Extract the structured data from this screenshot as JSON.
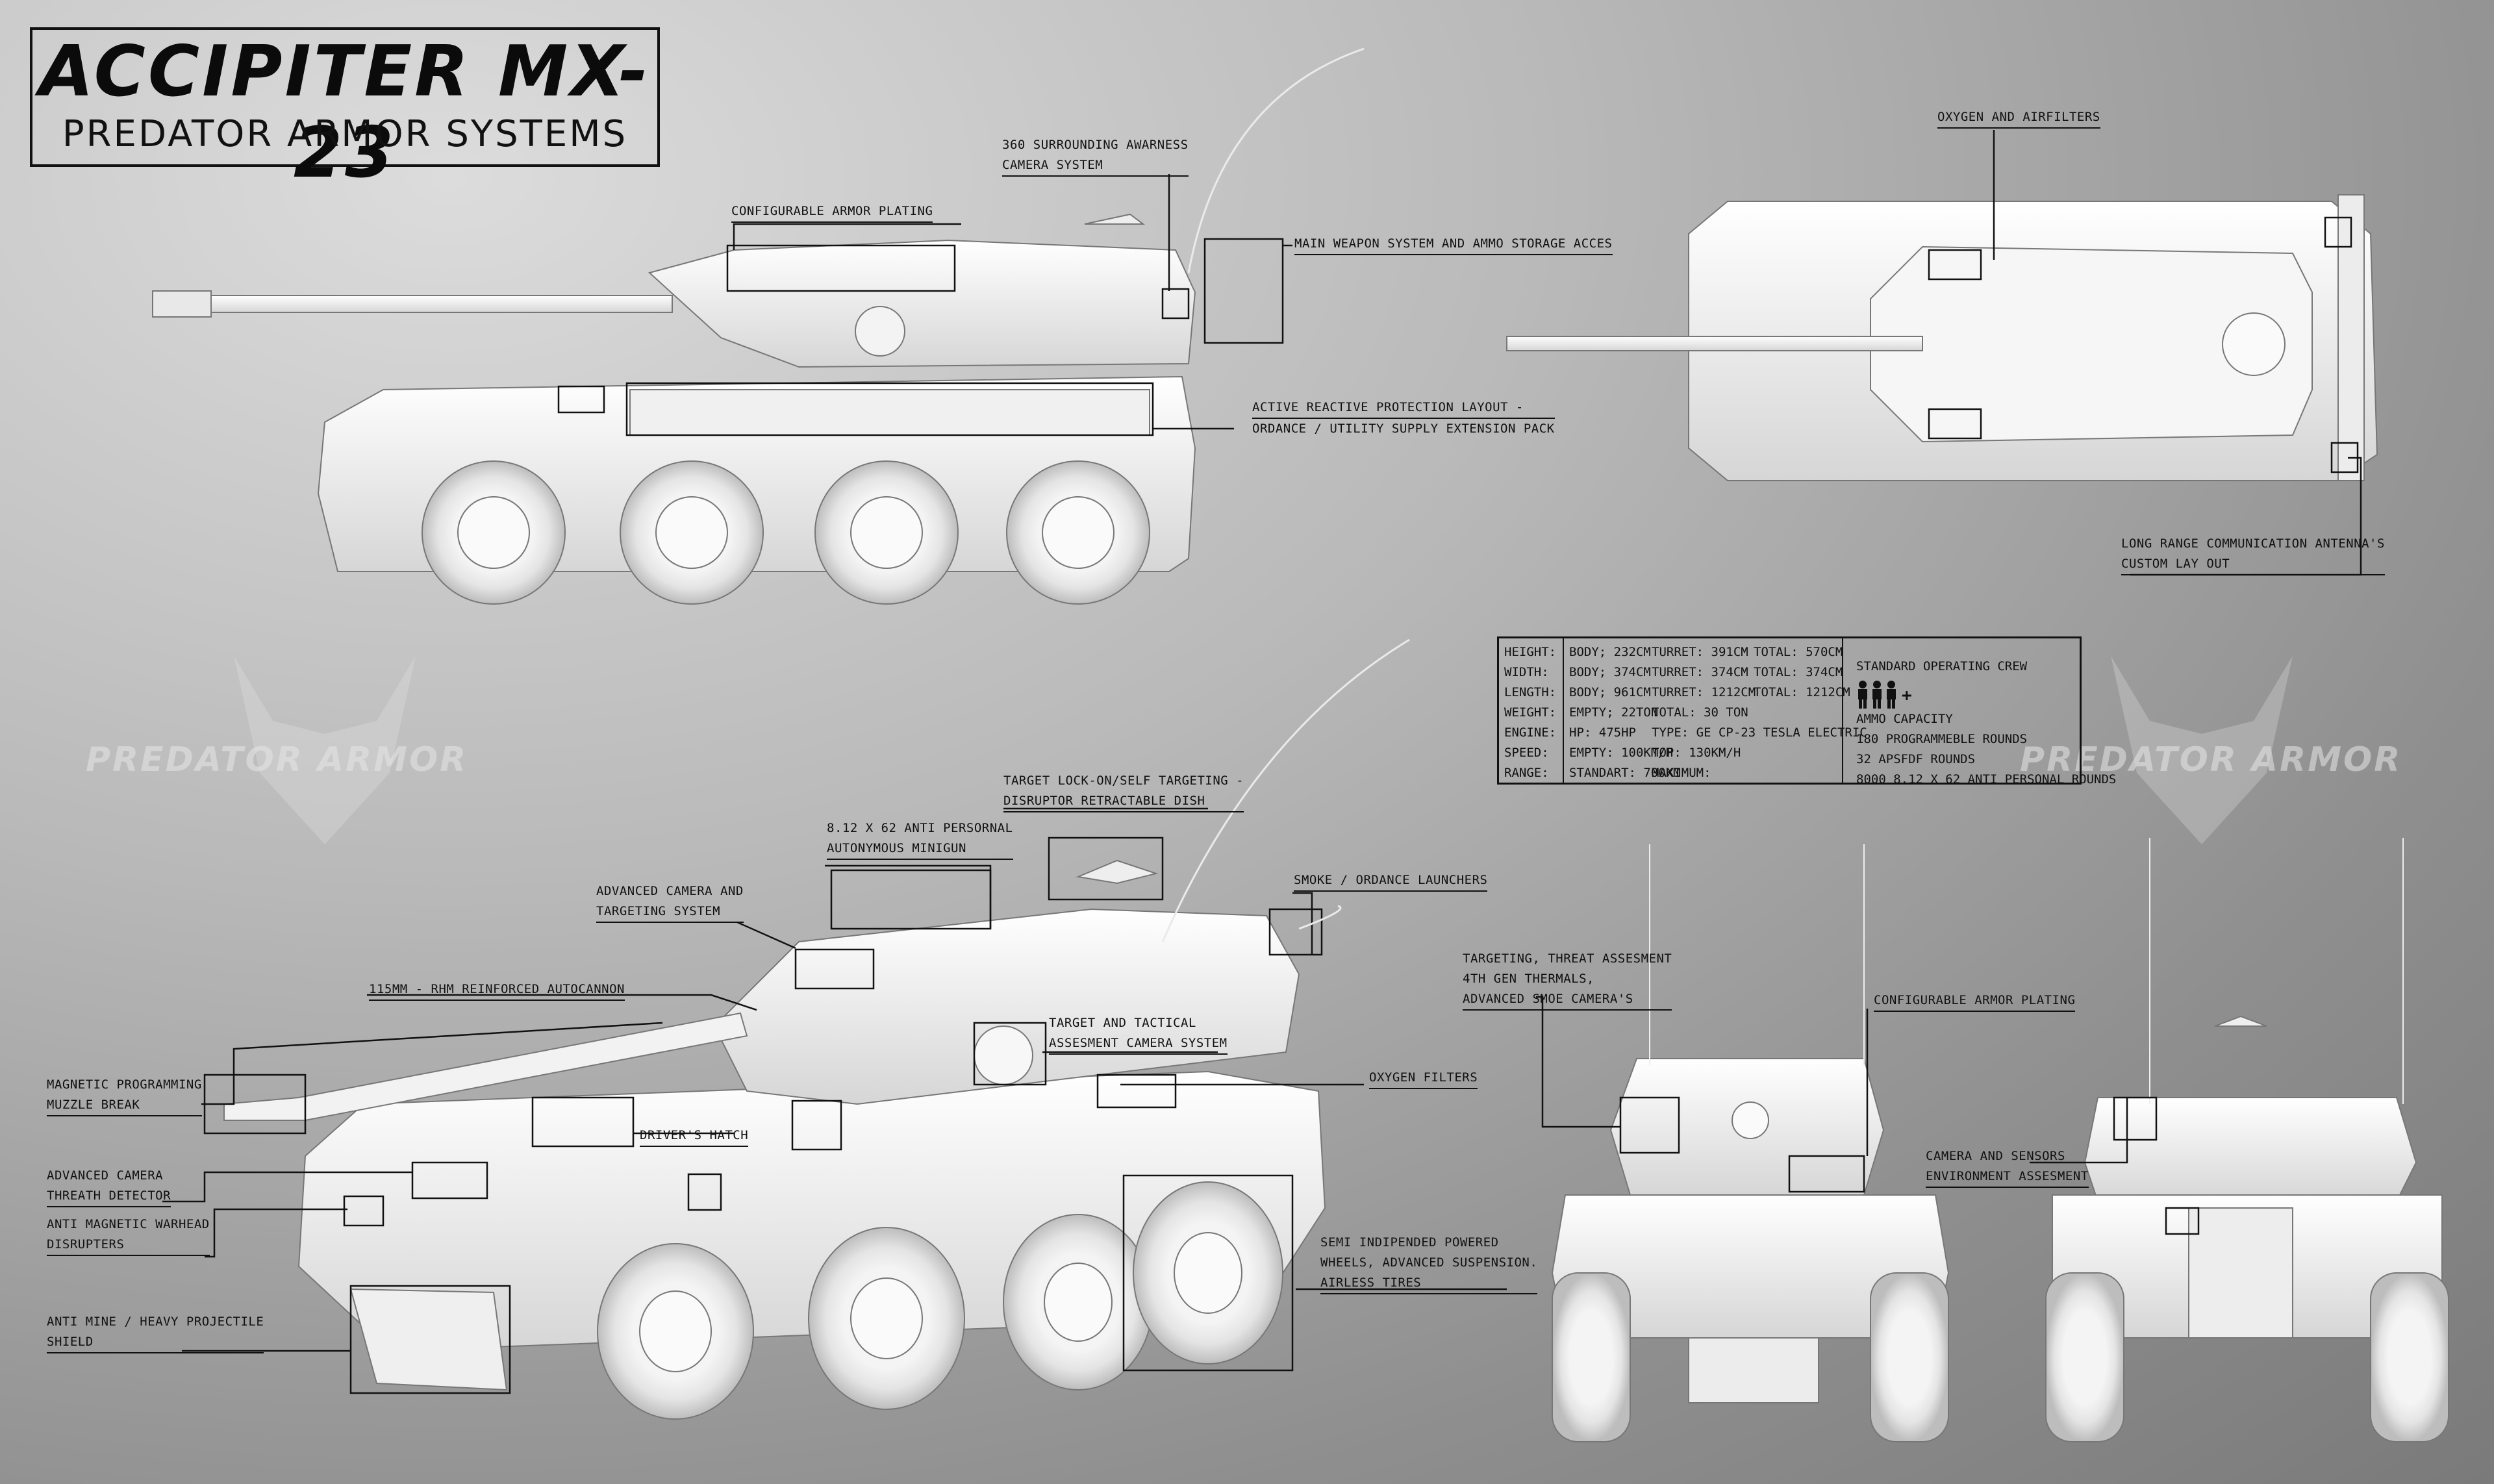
{
  "title": {
    "main": "ACCIPITER MX-23",
    "sub": "PREDATOR ARMOR SYSTEMS"
  },
  "watermark_text": "PREDATOR ARMOR",
  "callouts": {
    "camera_360": [
      "360 SURROUNDING AWARNESS",
      "CAMERA SYSTEM"
    ],
    "armor_plating_side": "CONFIGURABLE ARMOR PLATING",
    "main_weapon": "MAIN WEAPON SYSTEM AND AMMO STORAGE ACCES",
    "reactive_protection": [
      "ACTIVE REACTIVE PROTECTION LAYOUT -",
      "ORDANCE / UTILITY SUPPLY EXTENSION PACK"
    ],
    "oxygen_airfilters": "OXYGEN AND AIRFILTERS",
    "antenna": [
      "LONG RANGE COMMUNICATION ANTENNA'S",
      "CUSTOM LAY OUT"
    ],
    "target_lock": [
      "TARGET LOCK-ON/SELF TARGETING -",
      "DISRUPTOR RETRACTABLE DISH"
    ],
    "minigun": [
      "8.12 X 62 ANTI PERSORNAL",
      "AUTONYMOUS MINIGUN"
    ],
    "adv_camera_targeting": [
      "ADVANCED CAMERA AND",
      "TARGETING SYSTEM"
    ],
    "smoke_launchers": "SMOKE / ORDANCE LAUNCHERS",
    "autocannon": "115MM - RHM REINFORCED AUTOCANNON",
    "muzzle_break": [
      "MAGNETIC PROGRAMMING",
      "MUZZLE BREAK"
    ],
    "target_tactical": [
      "TARGET AND TACTICAL",
      "ASSESMENT CAMERA SYSTEM"
    ],
    "oxygen_filters": "OXYGEN FILTERS",
    "drivers_hatch": "DRIVER'S HATCH",
    "threat_detector": [
      "ADVANCED CAMERA",
      "THREATH DETECTOR"
    ],
    "warhead_disrupters": [
      "ANTI MAGNETIC WARHEAD",
      "DISRUPTERS"
    ],
    "mine_shield": [
      "ANTI MINE / HEAVY PROJECTILE",
      "SHIELD"
    ],
    "wheels": [
      "SEMI INDIPENDED POWERED",
      "WHEELS, ADVANCED SUSPENSION.",
      "AIRLESS TIRES"
    ],
    "thermals": [
      "TARGETING, THREAT ASSESMENT",
      "4TH GEN THERMALS,",
      "ADVANCED SMOE CAMERA'S"
    ],
    "armor_plating_front": "CONFIGURABLE ARMOR PLATING",
    "camera_sensors": [
      "CAMERA AND SENSORS",
      "ENVIRONMENT ASSESMENT"
    ]
  },
  "specs": {
    "labels": [
      "HEIGHT:",
      "WIDTH:",
      "LENGTH:",
      "WEIGHT:",
      "ENGINE:",
      "SPEED:",
      "RANGE:"
    ],
    "col1": [
      "BODY; 232CM",
      "BODY; 374CM",
      "BODY; 961CM",
      "EMPTY; 22TON",
      "HP: 475HP",
      "EMPTY: 100KM/H",
      "STANDART:  700KM"
    ],
    "col2": [
      "TURRET: 391CM",
      "TURRET: 374CM",
      "TURRET: 1212CM",
      "TOTAL: 30 TON",
      "TYPE: GE CP-23 TESLA ELECTRIC",
      "TOP: 130KM/H",
      "MAXIMUM:"
    ],
    "col3": [
      "TOTAL: 570CM",
      "TOTAL: 374CM",
      "TOTAL: 1212CM",
      "",
      "",
      "",
      ""
    ]
  },
  "crew": {
    "heading": "STANDARD OPERATING CREW",
    "plus": "+",
    "lines": [
      "AMMO CAPACITY",
      "180 PROGRAMMEBLE ROUNDS",
      "32 APSFDF ROUNDS",
      "8000 8.12 X 62 ANTI PERSONAL ROUNDS"
    ]
  }
}
